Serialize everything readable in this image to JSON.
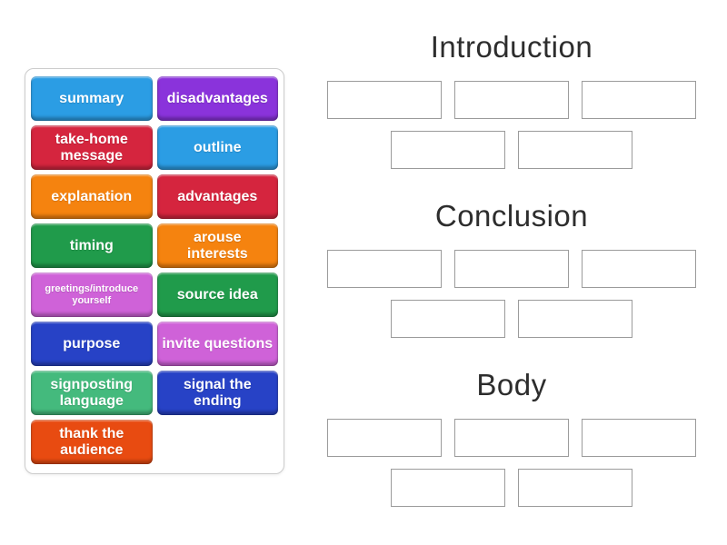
{
  "activity": {
    "type_label": "group-sort",
    "slot_rows_per_group": [
      3,
      2
    ]
  },
  "colors": {
    "blue": "#2b9de4",
    "purple": "#8a33db",
    "crimson": "#d5253e",
    "orange": "#f5830f",
    "green": "#209b4b",
    "orchid": "#cf62d8",
    "royal_blue": "#2742c6",
    "emerald": "#44ba7d",
    "orange_red": "#e84b11",
    "heading_text": "#2d2d2d",
    "slot_border": "#9b9b9b",
    "panel_border": "#cccccc"
  },
  "tile_panel": {
    "tiles": [
      {
        "label": "summary",
        "color": "blue"
      },
      {
        "label": "disadvantages",
        "color": "purple"
      },
      {
        "label": "take-home message",
        "color": "crimson"
      },
      {
        "label": "outline",
        "color": "blue"
      },
      {
        "label": "explanation",
        "color": "orange"
      },
      {
        "label": "advantages",
        "color": "crimson"
      },
      {
        "label": "timing",
        "color": "green"
      },
      {
        "label": "arouse interests",
        "color": "orange"
      },
      {
        "label": "greetings/introduce yourself",
        "color": "orchid",
        "small": true
      },
      {
        "label": "source idea",
        "color": "green"
      },
      {
        "label": "purpose",
        "color": "royal_blue"
      },
      {
        "label": "invite questions",
        "color": "orchid"
      },
      {
        "label": "signposting language",
        "color": "emerald"
      },
      {
        "label": "signal the ending",
        "color": "royal_blue"
      },
      {
        "label": "thank the audience",
        "color": "orange_red"
      }
    ]
  },
  "groups": [
    {
      "title": "Introduction"
    },
    {
      "title": "Conclusion"
    },
    {
      "title": "Body"
    }
  ]
}
